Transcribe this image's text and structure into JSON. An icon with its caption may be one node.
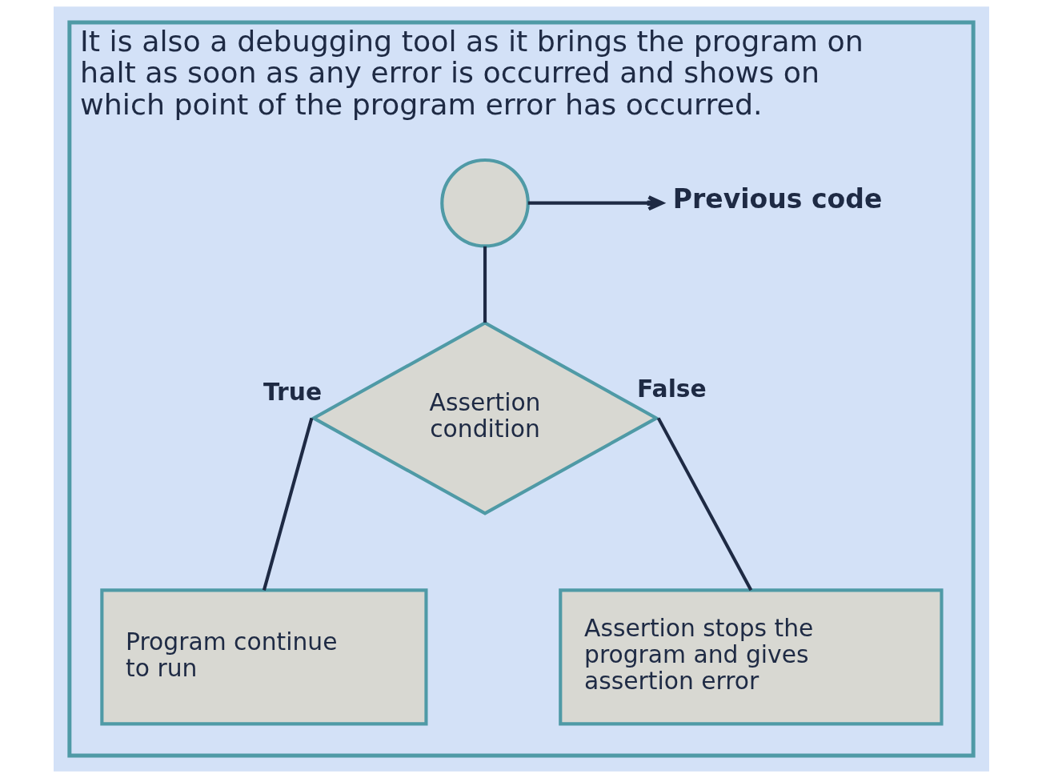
{
  "diagram": {
    "nodes": [
      {
        "text": [
          "It is also a debugging tool as it brings the program on halt as soon as any error is occurred and shows on which point of the program error has occurred."
        ]
      },
      {
        "text": [],
        "shape": "circle",
        "in": 0
      },
      {
        "text": [
          "Previous code"
        ],
        "in": 0
      },
      {
        "text": [
          "Assertion condition"
        ],
        "in": 0
      },
      {
        "text": [
          "Program continue to run"
        ],
        "in": 0
      },
      {
        "text": [
          "Assertion stops the program and gives assertion error"
        ],
        "in": 0
      }
    ],
    "edges": [
      {
        "from": 1,
        "to": 2,
        "arrow": "to"
      },
      {
        "from": 1,
        "to": 3,
        "arrow": "none"
      },
      {
        "from": 3,
        "to": 4,
        "arrow": "none",
        "label": "True"
      },
      {
        "from": 3,
        "to": 5,
        "arrow": "none",
        "label": "False"
      }
    ]
  }
}
